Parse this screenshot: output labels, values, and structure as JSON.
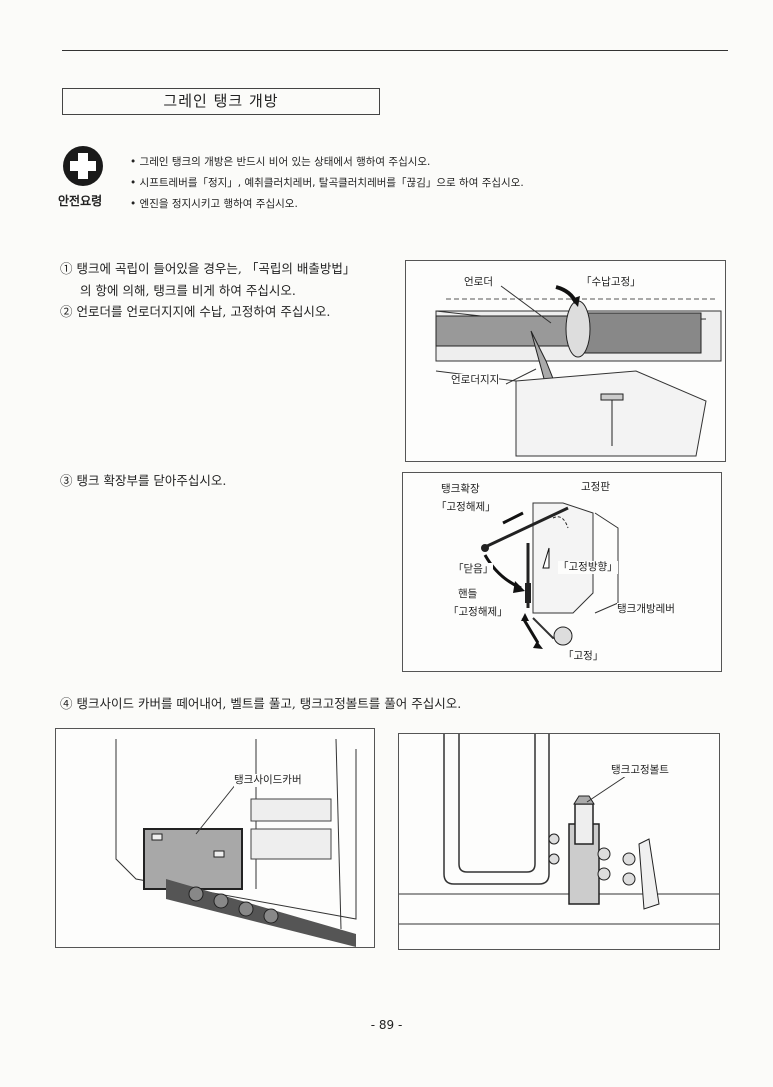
{
  "section_title": "그레인 탱크 개방",
  "safety": {
    "label": "안전요령",
    "bullets": [
      "• 그레인 탱크의 개방은 반드시 비어 있는 상태에서 행하여 주십시오.",
      "• 시프트레버를「정지」, 예취클러치레버, 탈곡클러치레버를「끊김」으로 하여 주십시오.",
      "• 엔진을 정지시키고 행하여 주십시오."
    ]
  },
  "steps": {
    "s1a": "① 탱크에 곡립이 들어있을 경우는, 「곡립의 배출방법」",
    "s1b": "의 항에 의해, 탱크를 비게 하여 주십시오.",
    "s2": "② 언로더를 언로더지지에 수납, 고정하여 주십시오.",
    "s3": "③ 탱크 확장부를 닫아주십시오.",
    "s4": "④ 탱크사이드 카버를 떼어내어, 벨트를 풀고, 탱크고정볼트를 풀어 주십시오."
  },
  "fig1": {
    "unloader": "언로더",
    "stow_fix": "「수납고정」",
    "unloader_support": "언로더지지"
  },
  "fig2": {
    "tank_ext": "탱크확장",
    "release1": "「고정해제」",
    "fix_plate": "고정판",
    "close": "「닫음」",
    "fix_dir": "「고정방향」",
    "handle": "핸들",
    "release2": "「고정해제」",
    "tank_open_lever": "탱크개방레버",
    "fix": "「고정」"
  },
  "fig3": {
    "side_cover": "탱크사이드카버"
  },
  "fig4": {
    "fix_bolt": "탱크고정볼트"
  },
  "page_number": "- 89 -"
}
